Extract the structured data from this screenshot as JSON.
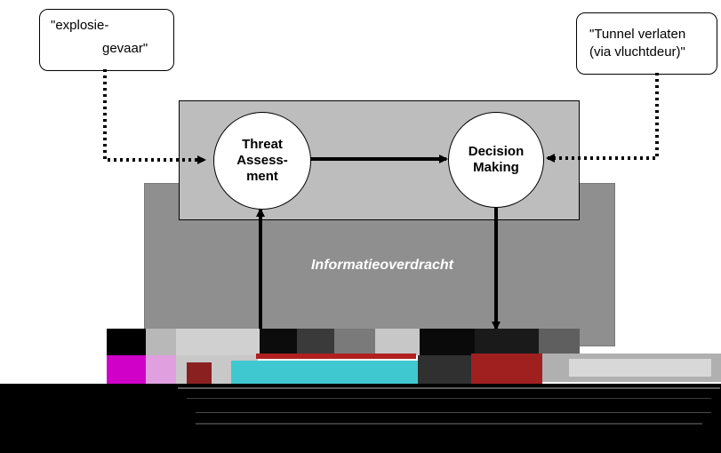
{
  "callouts": {
    "left": {
      "line1": "\"explosie-",
      "line2": "gevaar\""
    },
    "right": {
      "line1": "\"Tunnel verlaten",
      "line2": "(via vluchtdeur)\""
    }
  },
  "nodes": {
    "threat": "Threat\nAssess-\nment",
    "decision": "Decision\nMaking"
  },
  "center_label": "Informatieoverdracht",
  "colors": {
    "outer_box": "#8f8f8f",
    "inner_box": "#bdbdbd",
    "arrow": "#000000",
    "text_on_dark": "#ffffff"
  }
}
